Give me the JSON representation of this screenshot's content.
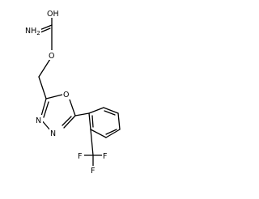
{
  "structure": {
    "atoms": {
      "hydroxyl": "OH",
      "amine": "NH2",
      "ester_oxygen": "O",
      "ring_oxygen": "O",
      "ring_nitrogen_left": "N",
      "ring_nitrogen_bottom": "N",
      "fluorine_left": "F",
      "fluorine_center": "F",
      "fluorine_right": "F"
    }
  }
}
